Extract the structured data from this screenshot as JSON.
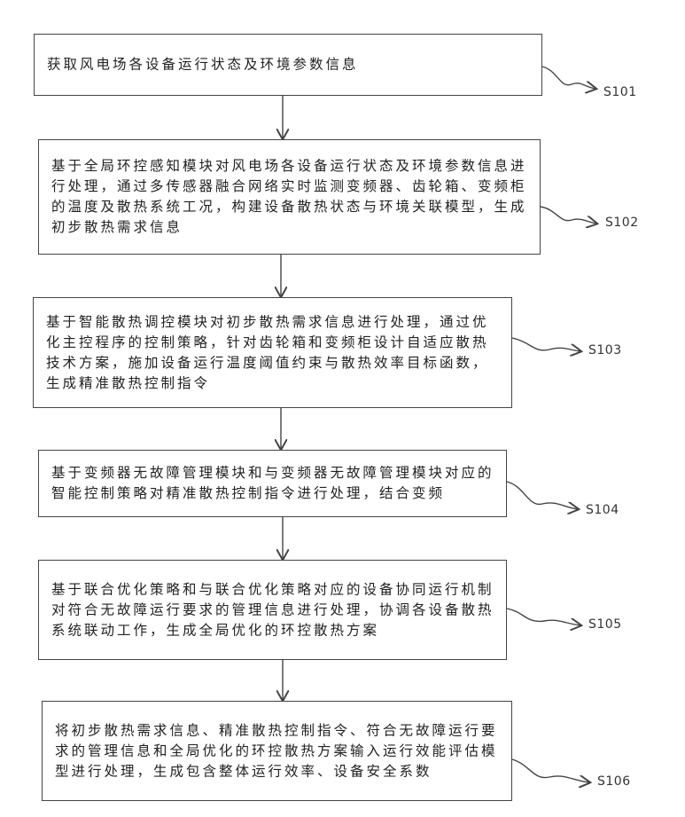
{
  "steps": [
    {
      "id": "S101",
      "text": "获取风电场各设备运行状态及环境参数信息"
    },
    {
      "id": "S102",
      "text": "基于全局环控感知模块对风电场各设备运行状态及环境参数信息进行处理，通过多传感器融合网络实时监测变频器、齿轮箱、变频柜的温度及散热系统工况，构建设备散热状态与环境关联模型，生成初步散热需求信息"
    },
    {
      "id": "S103",
      "text": "基于智能散热调控模块对初步散热需求信息进行处理，通过优化主控程序的控制策略，针对齿轮箱和变频柜设计自适应散热技术方案，施加设备运行温度阈值约束与散热效率目标函数，生成精准散热控制指令"
    },
    {
      "id": "S104",
      "text": "基于变频器无故障管理模块和与变频器无故障管理模块对应的智能控制策略对精准散热控制指令进行处理，结合变频"
    },
    {
      "id": "S105",
      "text": "基于联合优化策略和与联合优化策略对应的设备协同运行机制对符合无故障运行要求的管理信息进行处理，协调各设备散热系统联动工作，生成全局优化的环控散热方案"
    },
    {
      "id": "S106",
      "text": "将初步散热需求信息、精准散热控制指令、符合无故障运行要求的管理信息和全局优化的环控散热方案输入运行效能评估模型进行处理，生成包含整体运行效率、设备安全系数"
    }
  ]
}
